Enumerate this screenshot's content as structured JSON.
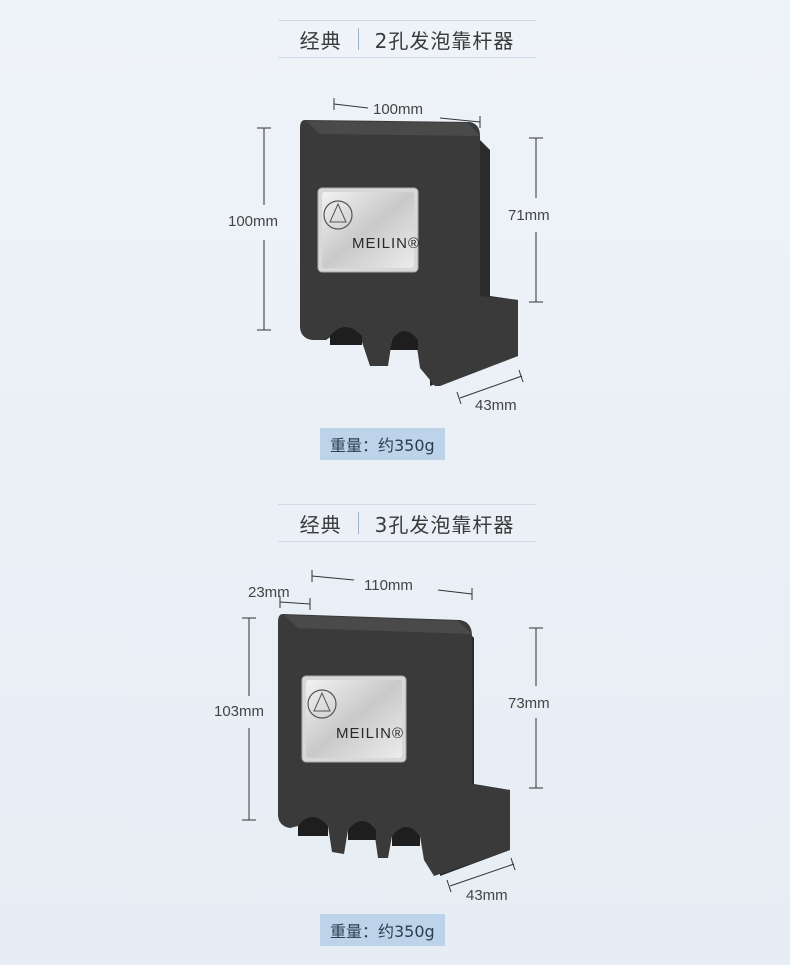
{
  "products": [
    {
      "title_left": "经典",
      "title_right": "2孔发泡靠杆器",
      "dims": {
        "width": "100mm",
        "height": "100mm",
        "inner_height": "71mm",
        "depth": "43mm"
      },
      "brand": "MEILIN®",
      "weight": "重量：约350g"
    },
    {
      "title_left": "经典",
      "title_right": "3孔发泡靠杆器",
      "dims": {
        "width": "110mm",
        "offset": "23mm",
        "height": "103mm",
        "inner_height": "73mm",
        "depth": "43mm"
      },
      "brand": "MEILIN®",
      "weight": "重量：约350g"
    }
  ]
}
